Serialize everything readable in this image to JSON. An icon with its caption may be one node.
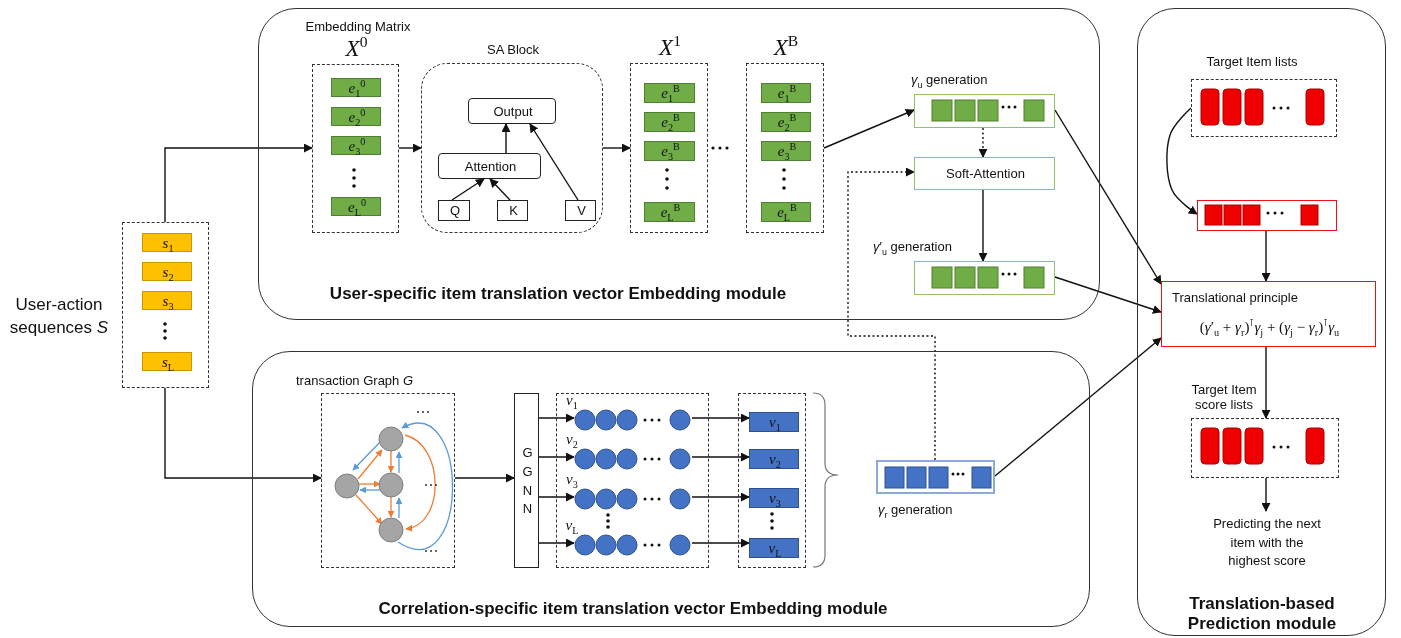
{
  "diagram": {
    "nodes": [
      {
        "text": [
          "User-specific item translation vector Embedding module"
        ]
      },
      {
        "text": [
          "Embedding Matrix",
          "*X*$^{0}$"
        ],
        "in": 0
      },
      {
        "text": [
          "*e*$_{1}$$^{0}$"
        ],
        "in": 1
      },
      {
        "text": [
          "*e*$_{2}$$^{0}$"
        ],
        "in": 1
      },
      {
        "text": [
          "*e*$_{3}$$^{0}$"
        ],
        "in": 1
      },
      {
        "text": [
          "*e*$_{L}$$^{0}$"
        ],
        "in": 1
      },
      {
        "text": [
          "SA Block"
        ],
        "in": 0
      },
      {
        "text": [
          "Output"
        ],
        "in": 6
      },
      {
        "text": [
          "Attention"
        ],
        "in": 6
      },
      {
        "text": [
          "Q"
        ],
        "in": 6
      },
      {
        "text": [
          "K"
        ],
        "in": 6
      },
      {
        "text": [
          "V"
        ],
        "in": 6
      },
      {
        "text": [
          "*X*$^{1}$"
        ],
        "in": 0
      },
      {
        "text": [
          "*e*$_{1}$$^{B}$"
        ],
        "in": 12
      },
      {
        "text": [
          "*e*$_{2}$$^{B}$"
        ],
        "in": 12
      },
      {
        "text": [
          "*e*$_{3}$$^{B}$"
        ],
        "in": 12
      },
      {
        "text": [
          "*e*$_{L}$$^{B}$"
        ],
        "in": 12
      },
      {
        "text": [
          "*X*$^{B}$"
        ],
        "in": 0
      },
      {
        "text": [
          "*e*$_{1}$$^{B}$"
        ],
        "in": 17
      },
      {
        "text": [
          "*e*$_{2}$$^{B}$"
        ],
        "in": 17
      },
      {
        "text": [
          "*e*$_{3}$$^{B}$"
        ],
        "in": 17
      },
      {
        "text": [
          "*e*$_{L}$$^{B}$"
        ],
        "in": 17
      },
      {
        "text": [
          "*γ*$_{u}$ generation"
        ],
        "in": 0
      },
      {
        "text": [
          "Soft-Attention"
        ],
        "in": 0
      },
      {
        "text": [
          "*γ*′$_{u}$ generation"
        ],
        "in": 0
      },
      {
        "text": [
          "User-action sequences *S*"
        ]
      },
      {
        "text": [
          "*s*$_{1}$"
        ],
        "in": 25
      },
      {
        "text": [
          "*s*$_{2}$"
        ],
        "in": 25
      },
      {
        "text": [
          "*s*$_{3}$"
        ],
        "in": 25
      },
      {
        "text": [
          "*s*$_{L}$"
        ],
        "in": 25
      },
      {
        "text": [
          "Correlation-specific item translation vector Embedding module"
        ]
      },
      {
        "text": [
          "transaction Graph *G*"
        ],
        "in": 30
      },
      {
        "text": [
          "GGNN"
        ],
        "in": 30
      },
      {
        "text": [],
        "shape": "box",
        "in": 30
      },
      {
        "text": [],
        "shape": "circle",
        "in": 33,
        "beside": [
          "*v*$_{1}$"
        ]
      },
      {
        "text": [],
        "shape": "circle",
        "in": 33,
        "beside": [
          "*v*$_{2}$"
        ]
      },
      {
        "text": [],
        "shape": "circle",
        "in": 33,
        "beside": [
          "*v*$_{3}$"
        ]
      },
      {
        "text": [],
        "shape": "circle",
        "in": 33,
        "beside": [
          "*v*$_{L}$"
        ]
      },
      {
        "text": [],
        "shape": "box",
        "in": 30
      },
      {
        "text": [
          "*v*$_{1}$"
        ],
        "in": 38
      },
      {
        "text": [
          "*v*$_{2}$"
        ],
        "in": 38
      },
      {
        "text": [
          "*v*$_{3}$"
        ],
        "in": 38
      },
      {
        "text": [
          "*v*$_{L}$"
        ],
        "in": 38
      },
      {
        "text": [
          "*γ*$_{r}$ generation"
        ],
        "in": 30
      },
      {
        "text": [
          "Translation-based Prediction module"
        ]
      },
      {
        "text": [
          "Target Item lists"
        ],
        "in": 44
      },
      {
        "text": [],
        "shape": "box",
        "in": 44
      },
      {
        "text": [
          "Translational principle",
          "(*γ*′$_{u}$ + *γ*$_{r}$)$^{⊺}$*γ*$_{j}$ + (*γ*$_{j}$ − *γ*$_{r}$)$^{⊺}$*γ*$_{u}$"
        ],
        "in": 44
      },
      {
        "text": [
          "Target Item score lists"
        ],
        "in": 44
      },
      {
        "text": [
          "Predicting the next item with the highest score"
        ],
        "in": 44
      }
    ],
    "edges": [
      {
        "from": 25,
        "to": 1,
        "arrow": "to"
      },
      {
        "from": 25,
        "to": 31,
        "arrow": "to"
      },
      {
        "from": 1,
        "to": 6,
        "arrow": "to"
      },
      {
        "from": 6,
        "to": 12,
        "arrow": "to"
      },
      {
        "from": 17,
        "to": 22,
        "arrow": "to"
      },
      {
        "from": 22,
        "to": 23,
        "arrow": "to",
        "style": "dashed"
      },
      {
        "from": 43,
        "to": 23,
        "arrow": "to",
        "style": "dashed"
      },
      {
        "from": 23,
        "to": 24,
        "arrow": "to"
      },
      {
        "from": 22,
        "to": 47,
        "arrow": "to"
      },
      {
        "from": 24,
        "to": 47,
        "arrow": "to"
      },
      {
        "from": 43,
        "to": 47,
        "arrow": "to"
      },
      {
        "from": 45,
        "to": 46,
        "arrow": "to"
      },
      {
        "from": 46,
        "to": 47,
        "arrow": "to"
      },
      {
        "from": 47,
        "to": 48,
        "arrow": "to"
      },
      {
        "from": 48,
        "to": 49,
        "arrow": "to"
      },
      {
        "from": 9,
        "to": 8,
        "arrow": "to"
      },
      {
        "from": 10,
        "to": 8,
        "arrow": "to"
      },
      {
        "from": 8,
        "to": 7,
        "arrow": "to"
      },
      {
        "from": 11,
        "to": 7,
        "arrow": "to"
      },
      {
        "from": 31,
        "to": 32,
        "arrow": "to"
      },
      {
        "from": 32,
        "to": 34,
        "arrow": "to"
      },
      {
        "from": 32,
        "to": 35,
        "arrow": "to"
      },
      {
        "from": 32,
        "to": 36,
        "arrow": "to"
      },
      {
        "from": 32,
        "to": 37,
        "arrow": "to"
      },
      {
        "from": 34,
        "to": 39,
        "arrow": "to"
      },
      {
        "from": 35,
        "to": 40,
        "arrow": "to"
      },
      {
        "from": 36,
        "to": 41,
        "arrow": "to"
      },
      {
        "from": 37,
        "to": 42,
        "arrow": "to"
      }
    ]
  }
}
